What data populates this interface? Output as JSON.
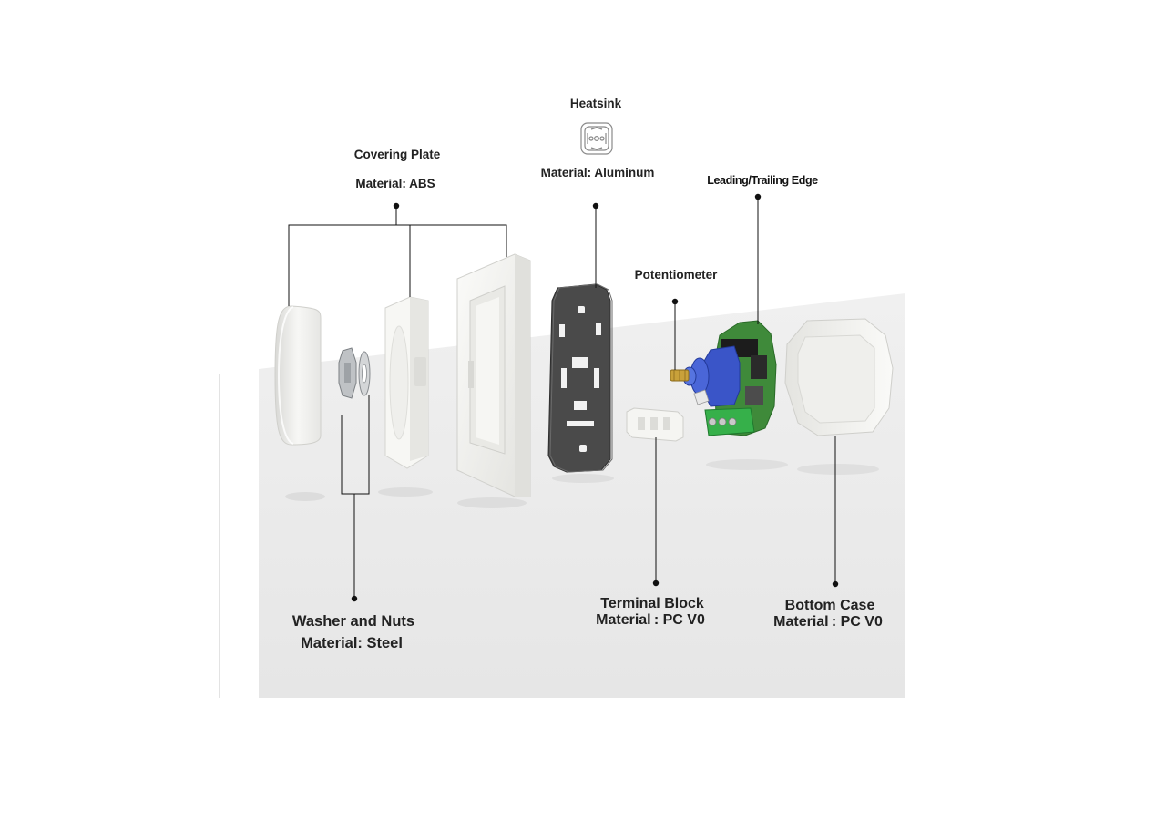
{
  "callouts": {
    "covering_plate": {
      "name": "Covering Plate",
      "material": "Material: ABS"
    },
    "heatsink": {
      "name": "Heatsink",
      "material": "Material: Aluminum"
    },
    "leading_trailing_edge": {
      "name": "Leading/Trailing Edge"
    },
    "potentiometer": {
      "name": "Potentiometer"
    },
    "washer_and_nuts": {
      "name": "Washer and Nuts",
      "material": "Material: Steel"
    },
    "terminal_block": {
      "name": "Terminal Block",
      "material": "Material : PC V0"
    },
    "bottom_case": {
      "name": "Bottom Case",
      "material": "Material : PC V0"
    }
  },
  "heatsink_icon": "heatsink-icon",
  "colors": {
    "leader": "#111111",
    "backdrop": "#ececec",
    "plastic": "#f4f4f1",
    "metal_plate": "#4a4a4a",
    "pcb": "#3f8a3a",
    "potentiometer": "#3a55c8",
    "terminal": "#36b04a",
    "shaft": "#c9a13a"
  }
}
